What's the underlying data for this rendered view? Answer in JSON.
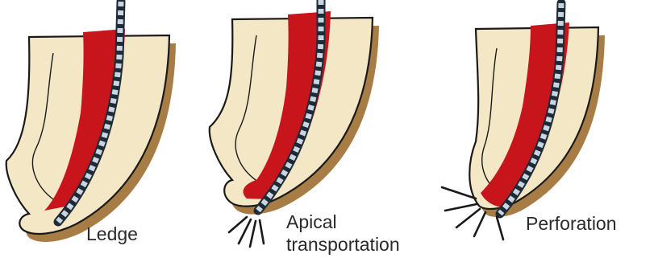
{
  "figure": {
    "panels": [
      {
        "id": "ledge",
        "label_lines": [
          "Ledge"
        ]
      },
      {
        "id": "apical-transportation",
        "label_lines": [
          "Apical",
          "transportation"
        ]
      },
      {
        "id": "perforation",
        "label_lines": [
          "Perforation"
        ]
      }
    ],
    "colors": {
      "dentin": "#f4e7c6",
      "outline": "#1a1a1a",
      "shadow": "#a77d45",
      "canal": "#c8151b",
      "file_light": "#c9d6e2",
      "file_dark": "#1e2a36",
      "label": "#2a2a2a"
    }
  }
}
